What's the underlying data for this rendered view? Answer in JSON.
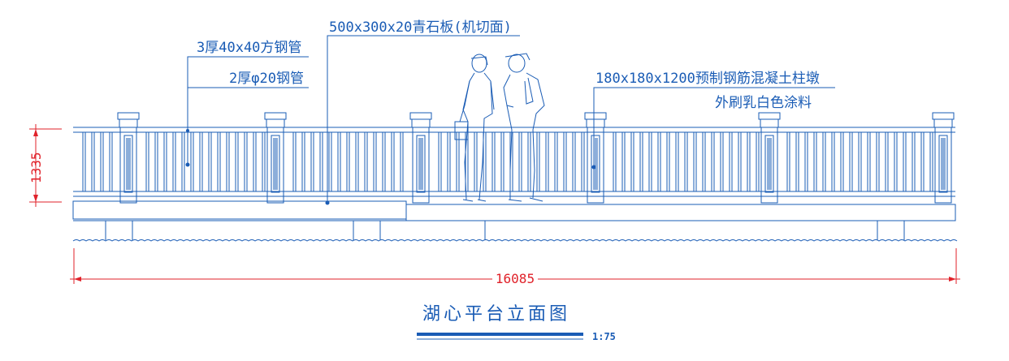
{
  "drawing": {
    "title": "湖心平台立面图",
    "scale": "1:75",
    "annotations": {
      "stone_slab": "500x300x20青石板(机切面)",
      "square_tube": "3厚40x40方钢管",
      "round_tube": "2厚φ20钢管",
      "pier": "180x180x1200预制钢筋混凝土柱墩",
      "paint": "外刷乳白色涂料"
    },
    "dimensions": {
      "overall_length": "16085",
      "railing_height": "1335"
    }
  },
  "colors": {
    "linework": "#1a5cb5",
    "dimension": "#e0222a"
  }
}
